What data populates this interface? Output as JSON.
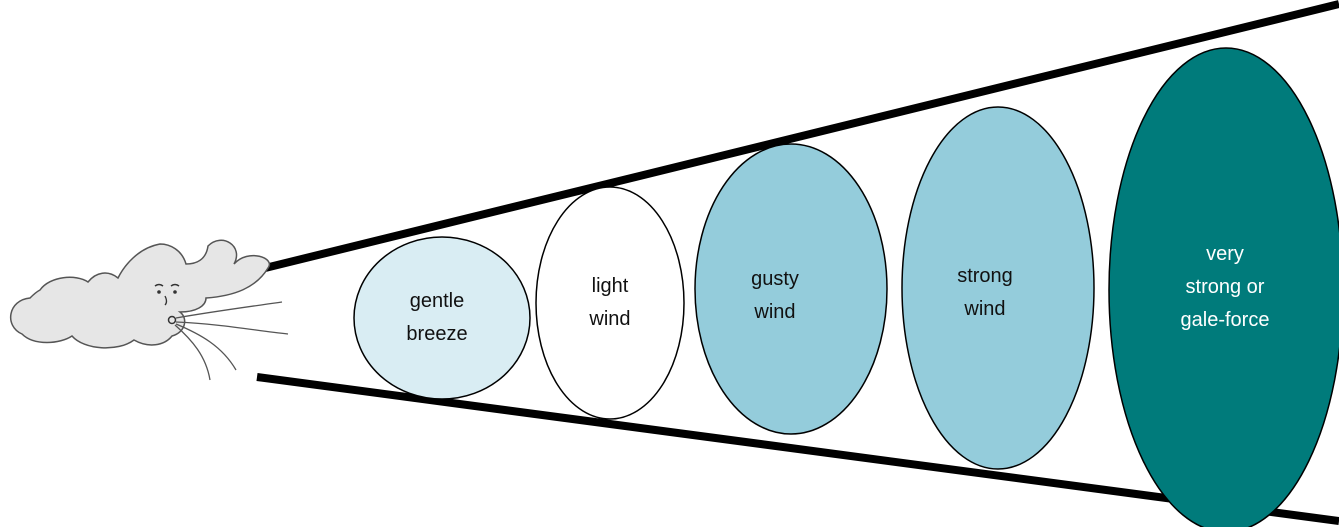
{
  "colors": {
    "outline": "#000000",
    "cone_line": "#000000",
    "cloud_fill": "#e6e6e6",
    "cloud_stroke": "#555555",
    "pale_blue": "#d9edf3",
    "white": "#ffffff",
    "medium_blue": "#94ccdb",
    "teal": "#007b7b",
    "text_light": "#ffffff",
    "text_dark": "#111111"
  },
  "icons": {
    "cloud": "blowing-cloud-face-icon"
  },
  "stages": [
    {
      "id": "gentle-breeze",
      "lines": [
        "gentle",
        "breeze"
      ],
      "fill": "pale_blue"
    },
    {
      "id": "light-wind",
      "lines": [
        "light",
        "wind"
      ],
      "fill": "white"
    },
    {
      "id": "gusty-wind",
      "lines": [
        "gusty",
        "wind"
      ],
      "fill": "medium_blue"
    },
    {
      "id": "strong-wind",
      "lines": [
        "strong",
        "wind"
      ],
      "fill": "medium_blue"
    },
    {
      "id": "gale-force",
      "lines": [
        "very",
        "strong or",
        "gale-force"
      ],
      "fill": "teal"
    }
  ]
}
